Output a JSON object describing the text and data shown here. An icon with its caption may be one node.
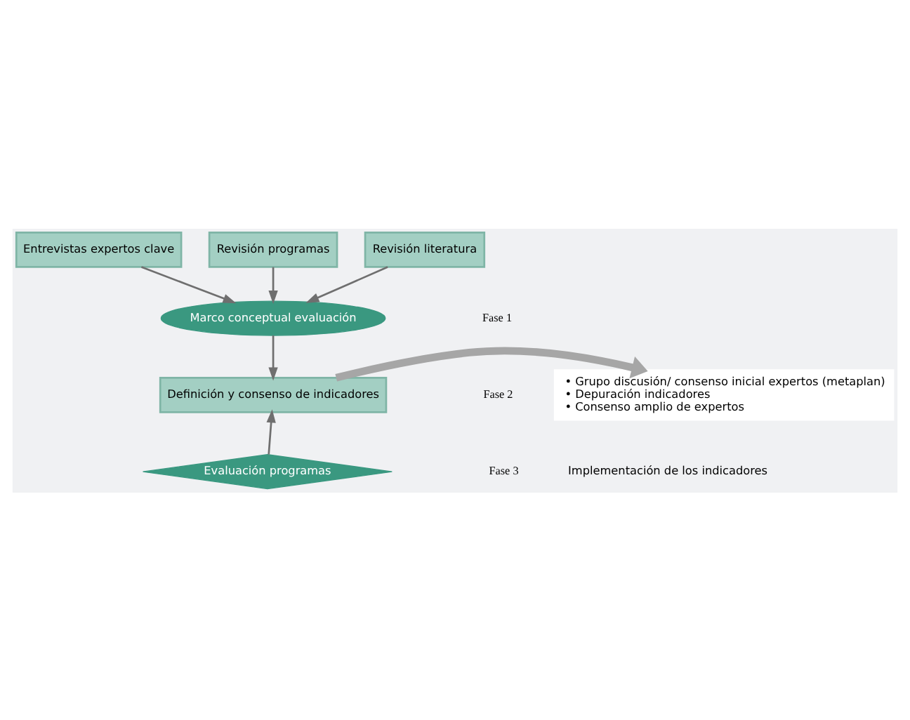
{
  "diagram": {
    "nodes": [
      {
        "text": [
          "Entrevistas expertos clave"
        ]
      },
      {
        "text": [
          "Revisión programas"
        ]
      },
      {
        "text": [
          "Revisión literatura"
        ]
      },
      {
        "text": [
          "Marco conceptual evaluación"
        ]
      },
      {
        "text": [
          "Definición y consenso de indicadores"
        ]
      },
      {
        "text": [
          "• Grupo discusión/ consenso inicial expertos (metaplan)",
          "• Depuración indicadores",
          "• Consenso amplio de expertos"
        ]
      },
      {
        "text": [
          "Evaluación programas"
        ]
      },
      {
        "text": [
          "Implementación de los indicadores"
        ]
      }
    ],
    "edges": [
      {
        "from": 0,
        "to": 3,
        "arrow": "to"
      },
      {
        "from": 1,
        "to": 3,
        "arrow": "to"
      },
      {
        "from": 2,
        "to": 3,
        "arrow": "to"
      },
      {
        "from": 3,
        "to": 4,
        "arrow": "to"
      },
      {
        "from": 4,
        "to": 5,
        "arrow": "to",
        "style": "thick",
        "color": "#a6a6a6"
      },
      {
        "from": 6,
        "to": 4,
        "arrow": "to"
      }
    ],
    "labels": [
      "Fase 1",
      "Fase 2",
      "Fase 3"
    ]
  }
}
